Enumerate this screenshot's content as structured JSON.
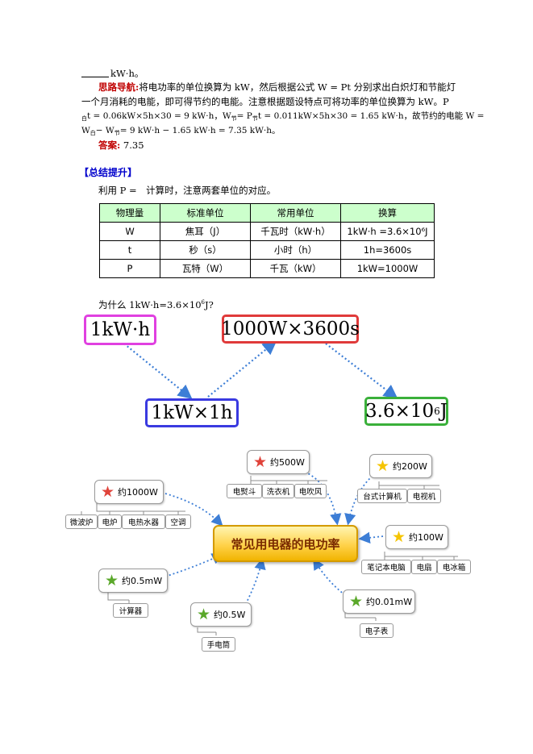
{
  "text": {
    "line1_unit": "kW·h。",
    "hint_label": "思路导航:",
    "hint_l1": "将电功率的单位换算为 kW，然后根据公式 W = Pt 分别求出白炽灯和节能灯",
    "hint_l2": "一个月消耗的电能，即可得节约的电能。注意根据题设特点可将功率的单位换算为 kW。P",
    "hint_l3_sub": "白",
    "hint_l3": "t = 0.06kW×5h×30 = 9 kW·h，W",
    "hint_l3_sub2": "节",
    "hint_l3b": "= P",
    "hint_l3_sub3": "节",
    "hint_l3c": "t = 0.011kW×5h×30 = 1.65 kW·h，故节约的电能 W =",
    "hint_l4_a": "W",
    "hint_l4_sub1": "白",
    "hint_l4_b": "− W",
    "hint_l4_sub2": "节",
    "hint_l4_c": "= 9 kW·h − 1.65 kW·h = 7.35 kW·h。",
    "answer_label": "答案:",
    "answer_value": "7.35",
    "summary_title": "【总结提升】",
    "summary_note": "利用 P =　计算时，注意两套单位的对应。",
    "question_a": "为什么 1kW·h=3.6×10",
    "question_sup": "6",
    "question_b": "J?"
  },
  "table": {
    "headers": [
      "物理量",
      "标准单位",
      "常用单位",
      "换算"
    ],
    "rows": [
      [
        "W",
        "焦耳（J）",
        "千瓦时（kW·h）",
        "1kW·h =3.6×10⁶J"
      ],
      [
        "t",
        "秒（s）",
        "小时（h）",
        "1h=3600s"
      ],
      [
        "P",
        "瓦特（W）",
        "千瓦（kW）",
        "1kW=1000W"
      ]
    ]
  },
  "diagram": {
    "box_kwh": "1kW·h",
    "box_product": "1000W×3600s",
    "box_kw_h": "1kW×1h",
    "box_result_a": "3.6×10",
    "box_result_sup": "6",
    "box_result_b": "J"
  },
  "mindmap": {
    "center": "常见用电器的电功率",
    "n500": "约500W",
    "n500_items": [
      "电熨斗",
      "洗衣机",
      "电吹风"
    ],
    "n200": "约200W",
    "n200_items": [
      "台式计算机",
      "电视机"
    ],
    "n1000": "约1000W",
    "n1000_items": [
      "微波炉",
      "电炉",
      "电热水器",
      "空调"
    ],
    "n100": "约100W",
    "n100_items": [
      "笔记本电脑",
      "电扇",
      "电冰箱"
    ],
    "n05mw": "约0.5mW",
    "n05mw_items": [
      "计算器"
    ],
    "n05w": "约0.5W",
    "n05w_items": [
      "手电筒"
    ],
    "n001mw": "约0.01mW",
    "n001mw_items": [
      "电子表"
    ]
  },
  "colors": {
    "star_red": "#e0433a",
    "star_yellow": "#f5c400",
    "star_green": "#5aa82a",
    "arrow": "#3d7ed6",
    "box_pink": "#e040e0",
    "box_red": "#e03a3a",
    "box_blue": "#3a3ae0",
    "box_green": "#3ab03a"
  }
}
